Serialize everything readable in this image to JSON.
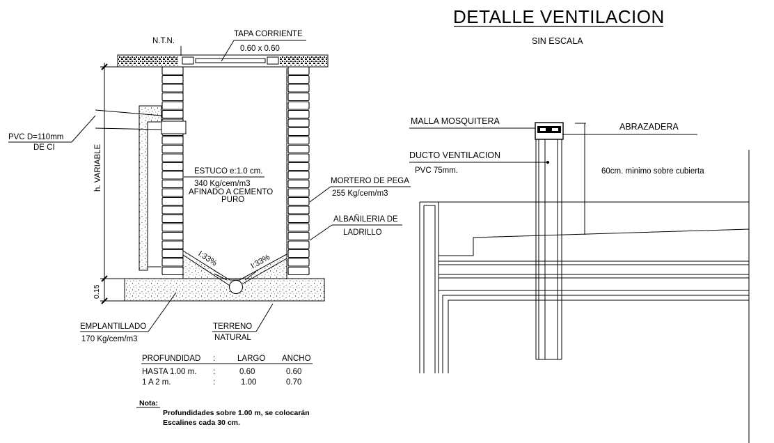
{
  "detail_title": "DETALLE VENTILACION",
  "scale_note": "SIN ESCALA",
  "left_detail": {
    "ntn": "N.T.N.",
    "cover_label": "TAPA CORRIENTE",
    "cover_size": "0.60 x 0.60",
    "pvc_line1": "PVC D=110mm",
    "pvc_line2": "DE CI",
    "height_label": "h. VARIABLE",
    "base_dim": "0.15",
    "stucco_line1": "ESTUCO e:1.0 cm.",
    "stucco_line2": "340 Kg/cem/m3",
    "stucco_line3": "AFINADO A CEMENTO",
    "stucco_line4": "PURO",
    "mortar_line1": "MORTERO DE PEGA",
    "mortar_line2": "255 Kg/cem/m3",
    "masonry_line1": "ALBAÑILERIA DE",
    "masonry_line2": "LADRILLO",
    "slope_left": "I:33%",
    "slope_right": "I:33%",
    "base_line1": "EMPLANTILLADO",
    "base_line2": "170 Kg/cem/m3",
    "ground_line1": "TERRENO",
    "ground_line2": "NATURAL"
  },
  "depth_table": {
    "headers": [
      "PROFUNDIDAD",
      ":",
      "LARGO",
      "ANCHO"
    ],
    "rows": [
      [
        "HASTA 1.00 m.",
        ":",
        "0.60",
        "0.60"
      ],
      [
        "1 A 2 m.",
        ":",
        "1.00",
        "0.70"
      ]
    ]
  },
  "note": {
    "label": "Nota:",
    "line1": "Profundidades sobre 1.00 m, se colocarán",
    "line2": "Escalines cada 30 cm."
  },
  "right_detail": {
    "mesh_label": "MALLA MOSQUITERA",
    "clamp_label": "ABRAZADERA",
    "duct_label": "DUCTO VENTILACION",
    "duct_size": "PVC 75mm.",
    "min_height": "60cm. minimo sobre cubierta"
  },
  "colors": {
    "ink": "#000000",
    "paper": "#ffffff"
  }
}
